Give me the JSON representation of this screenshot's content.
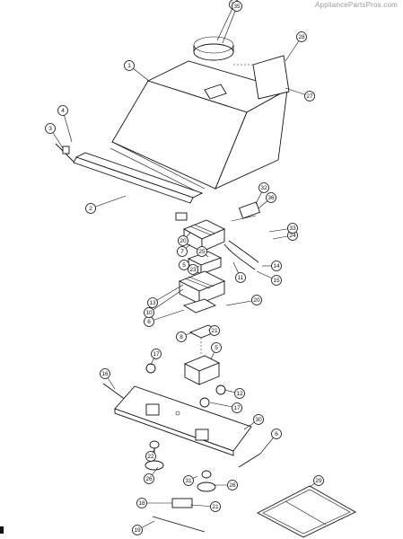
{
  "watermark": "AppliancePartsPros.com",
  "callouts": [
    "1",
    "2",
    "3",
    "4",
    "5",
    "6",
    "7",
    "8",
    "10",
    "11",
    "12",
    "13",
    "14",
    "15",
    "16",
    "17",
    "18",
    "19",
    "20",
    "21",
    "22",
    "23",
    "24",
    "25",
    "26",
    "27",
    "28",
    "29",
    "30",
    "31",
    "32",
    "33",
    "34",
    "35",
    "36"
  ]
}
